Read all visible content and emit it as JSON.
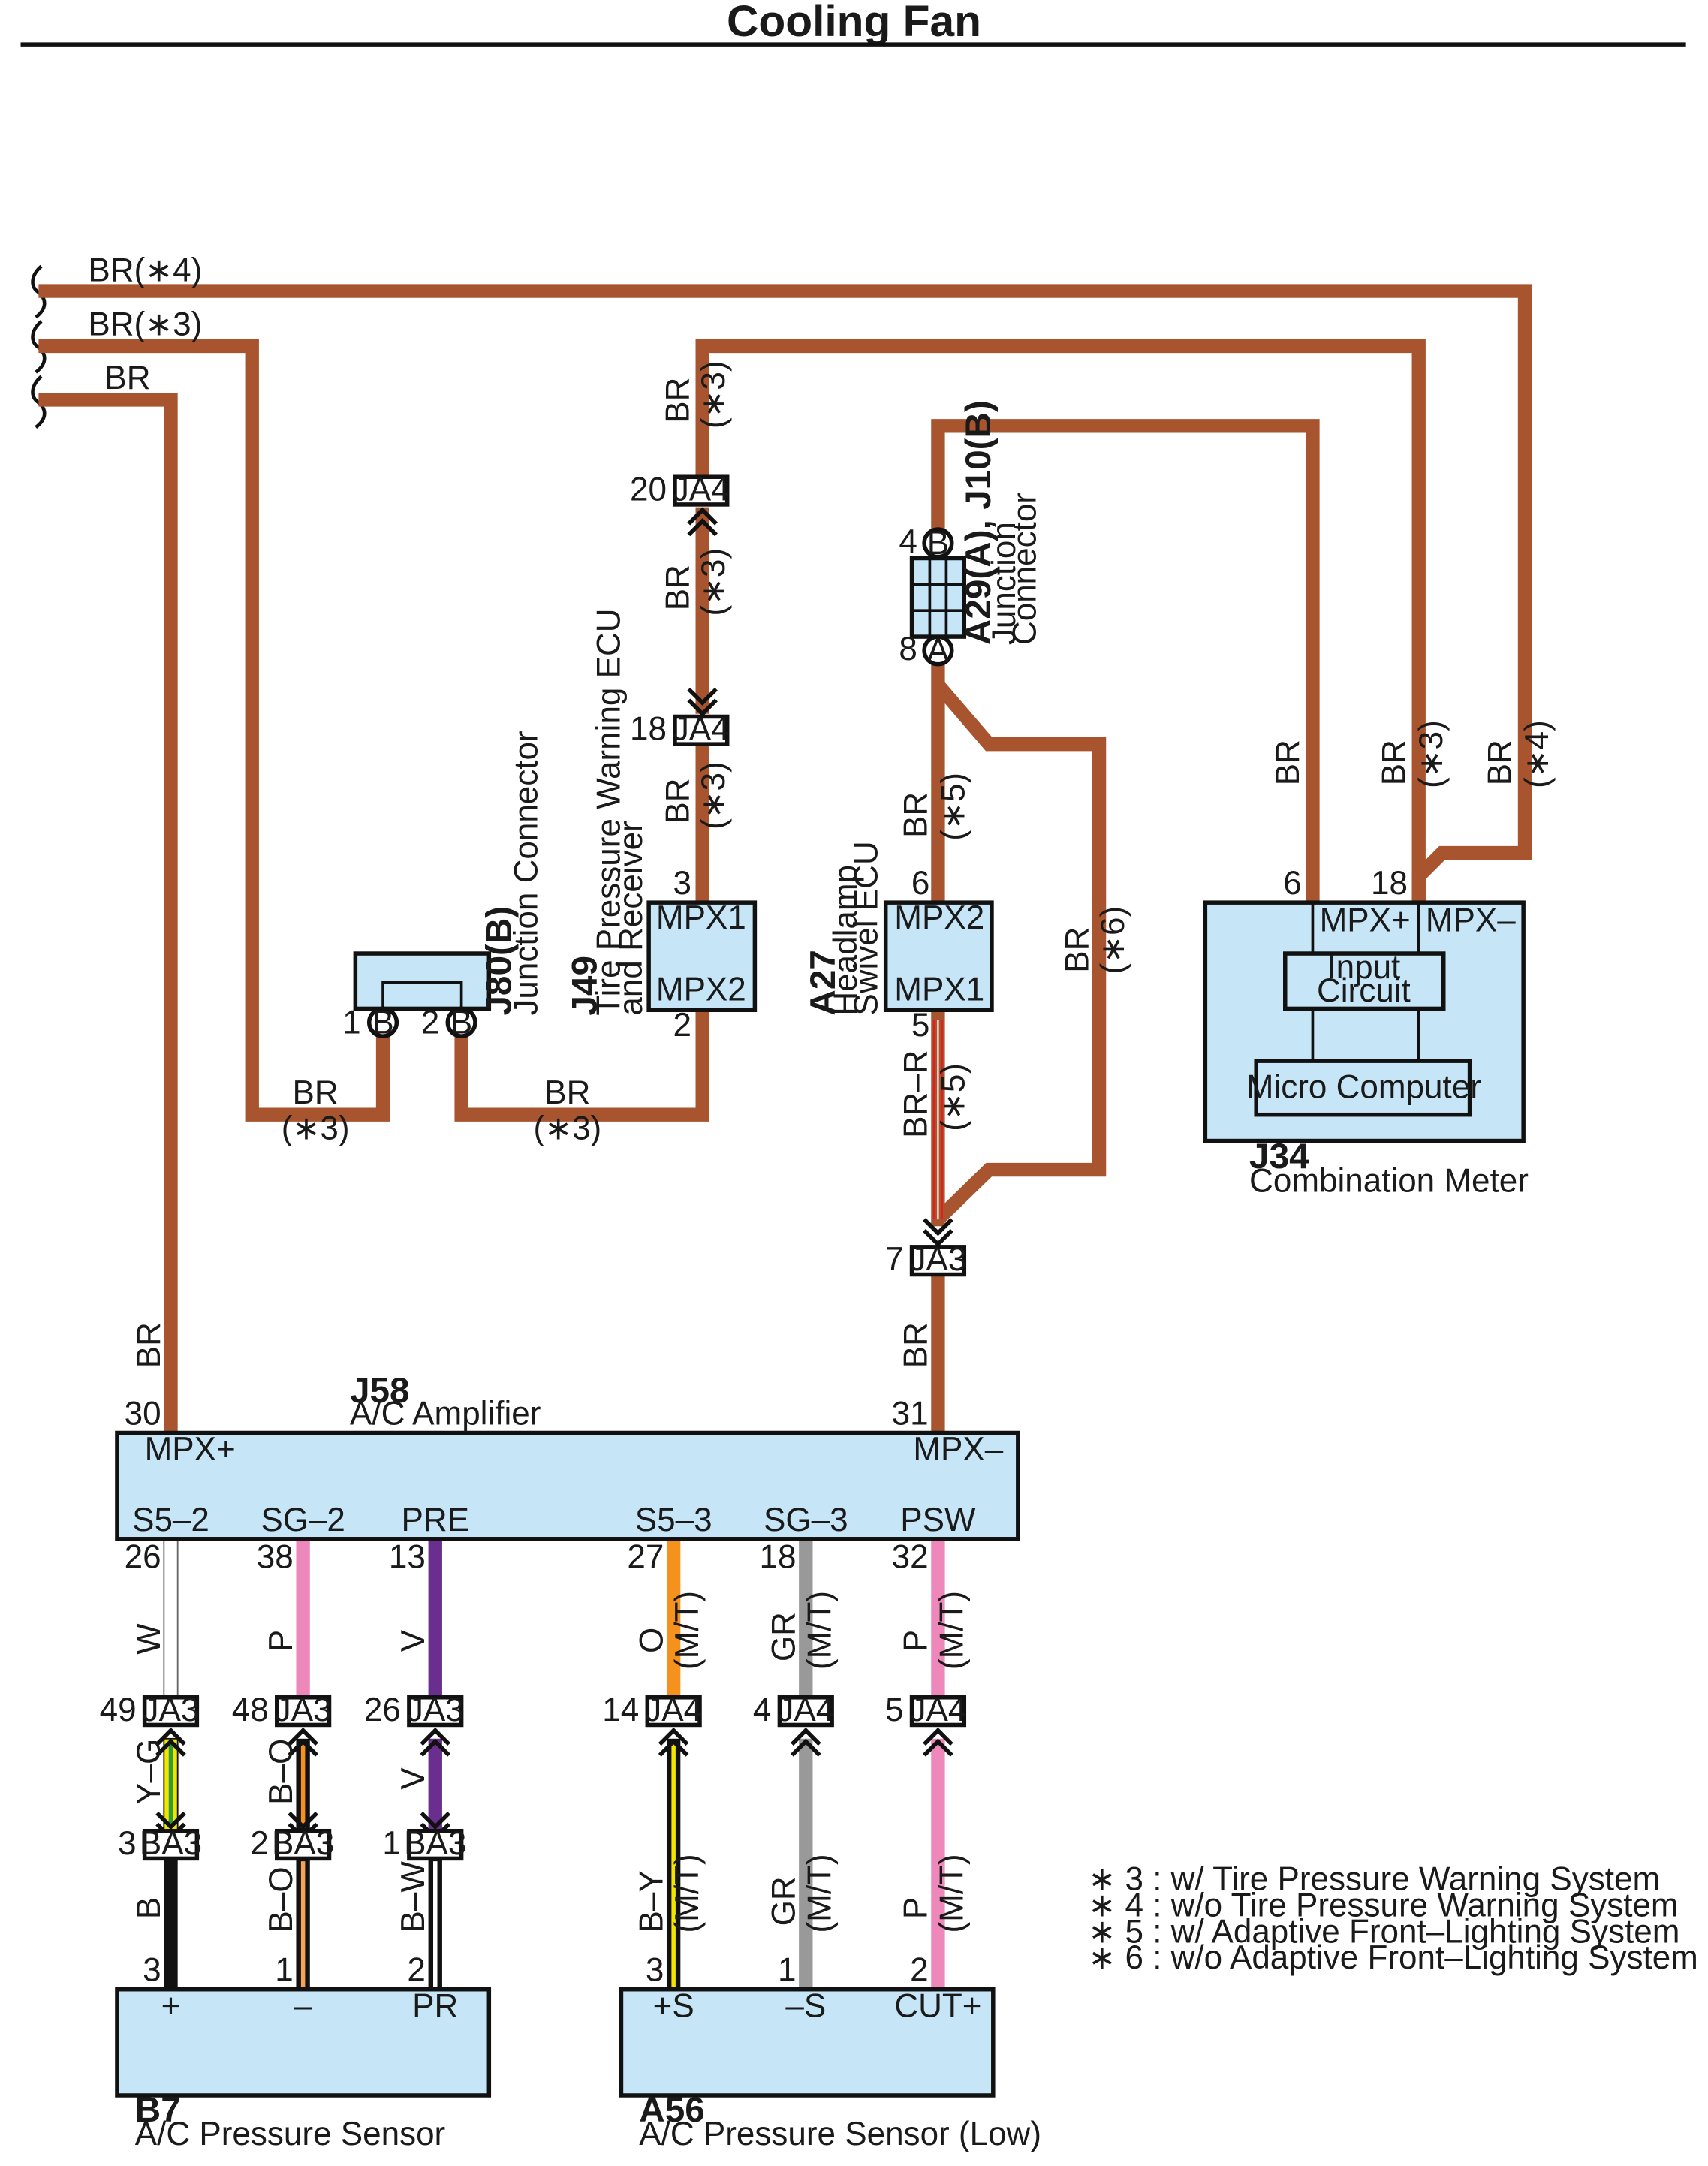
{
  "title": "Cooling Fan",
  "colors": {
    "BR": "#a8552f",
    "W": "#ffffff",
    "P": "#ee88bb",
    "V": "#6a2e8f",
    "O": "#f5921e",
    "GR": "#999999",
    "B": "#111111",
    "Y": "#f2e500",
    "G": "#2e9c3e",
    "component_fill": "#c6e6f7"
  },
  "top_wires": {
    "br4": "BR(∗4)",
    "br3": "BR(∗3)",
    "br": "BR"
  },
  "labels": {
    "br": "BR",
    "br_r": "BR–R",
    "n3": "(∗3)",
    "n4": "(∗4)",
    "n5": "(∗5)",
    "n6": "(∗6)",
    "mt": "(M/T)",
    "w": "W",
    "p": "P",
    "v": "V",
    "o": "O",
    "gr": "GR",
    "y_g": "Y–G",
    "b_o": "B–O",
    "b": "B",
    "b_w": "B–W",
    "b_y": "B–Y"
  },
  "connectors": {
    "JA4": "JA4",
    "JA3": "JA3",
    "BA3": "BA3"
  },
  "pins": {
    "p20": "20",
    "p18": "18",
    "p3": "3",
    "p2": "2",
    "p4": "4",
    "p8": "8",
    "p6": "6",
    "p5": "5",
    "p7": "7",
    "p1": "1",
    "p30": "30",
    "p31": "31",
    "p26": "26",
    "p38": "38",
    "p13": "13",
    "p27": "27",
    "p32": "32",
    "p49": "49",
    "p48": "48",
    "p14": "14",
    "pB": "B",
    "pA": "A"
  },
  "components": {
    "j80": {
      "id": "J80(B)",
      "name": "Junction Connector"
    },
    "j49": {
      "id": "J49",
      "name1": "Tire Pressure Warning ECU",
      "name2": "and Receiver",
      "t1": "MPX1",
      "t2": "MPX2"
    },
    "a29": {
      "id": "A29(A), J10(B)",
      "name1": "Junction",
      "name2": "Connector"
    },
    "a27": {
      "id": "A27",
      "name1": "Headlamp",
      "name2": "Swivel ECU",
      "t1": "MPX2",
      "t2": "MPX1"
    },
    "j34": {
      "id": "J34",
      "name": "Combination Meter",
      "t1": "MPX+",
      "t2": "MPX–",
      "block1a": "Input",
      "block1b": "Circuit",
      "block2": "Micro Computer"
    },
    "j58": {
      "id": "J58",
      "name": "A/C Amplifier",
      "t_mpxp": "MPX+",
      "t_mpxm": "MPX–",
      "t_s52": "S5–2",
      "t_sg2": "SG–2",
      "t_pre": "PRE",
      "t_s53": "S5–3",
      "t_sg3": "SG–3",
      "t_psw": "PSW"
    },
    "b7": {
      "id": "B7",
      "name": "A/C Pressure Sensor",
      "t_plus": "+",
      "t_minus": "–",
      "t_pr": "PR"
    },
    "a56": {
      "id": "A56",
      "name": "A/C Pressure Sensor (Low)",
      "t_s_plus": "+S",
      "t_s_minus": "–S",
      "t_cut": "CUT+"
    }
  },
  "notes": [
    "∗ 3 : w/ Tire Pressure Warning System",
    "∗ 4 : w/o Tire Pressure Warning System",
    "∗ 5 : w/ Adaptive Front–Lighting System",
    "∗ 6 : w/o Adaptive Front–Lighting System"
  ]
}
